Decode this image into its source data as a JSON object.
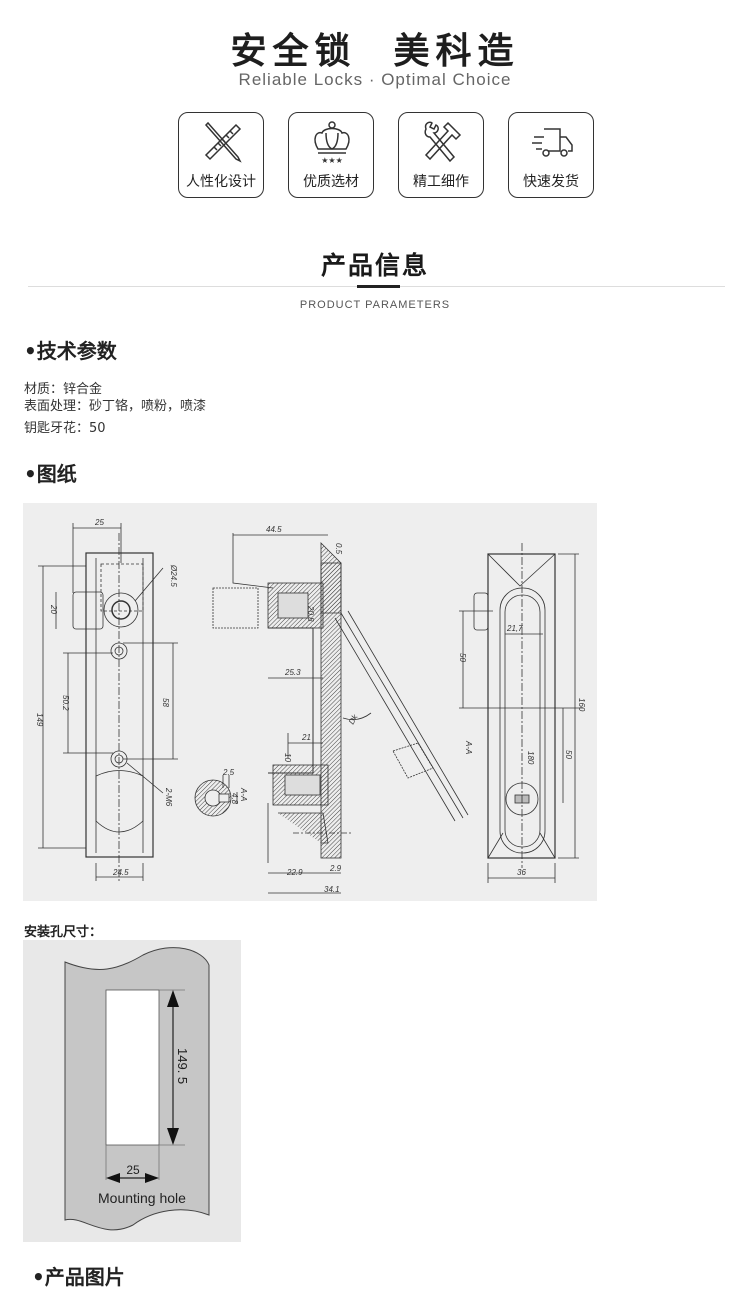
{
  "hero": {
    "title": "安全锁  美科造",
    "subtitle": "Reliable Locks · Optimal Choice"
  },
  "features": [
    {
      "label": "人性化设计",
      "icon": "ruler-pencil-icon"
    },
    {
      "label": "优质选材",
      "icon": "crown-icon"
    },
    {
      "label": "精工细作",
      "icon": "wrench-hammer-icon"
    },
    {
      "label": "快速发货",
      "icon": "delivery-truck-icon"
    }
  ],
  "section": {
    "title": "产品信息",
    "subtitle": "PRODUCT PARAMETERS"
  },
  "specs": {
    "heading": "•技术参数",
    "lines": [
      "材质：锌合金",
      "表面处理：砂丁铬，喷粉，喷漆",
      "钥匙牙花：50"
    ]
  },
  "drawing": {
    "heading": "•图纸",
    "dims": {
      "d25": "25",
      "d149": "149",
      "d50_2": "50.2",
      "d58": "58",
      "d20": "20",
      "d24_5_dia": "Ø24.5",
      "m6": "2-M6",
      "d24_5": "24.5",
      "d2_5": "2.5",
      "d4_8": "4.8",
      "aa1": "A-A",
      "d44_5": "44.5",
      "d0_5": "0.5",
      "d20_8": "20.8",
      "d25_3": "25.3",
      "d21": "21",
      "d10": "10",
      "d22_9": "22.9",
      "d34_1": "34.1",
      "d2_9": "2.9",
      "angle": "Dk",
      "d160": "160",
      "d36": "36",
      "d50a": "50",
      "d50b": "50",
      "d21_7": "21,7",
      "d180": "180",
      "aa2": "A-A"
    }
  },
  "mounting": {
    "label": "安装孔尺寸：",
    "height_dim": "149. 5",
    "width_dim": "25",
    "caption": "Mounting hole"
  },
  "photos": {
    "heading": "•产品图片"
  }
}
